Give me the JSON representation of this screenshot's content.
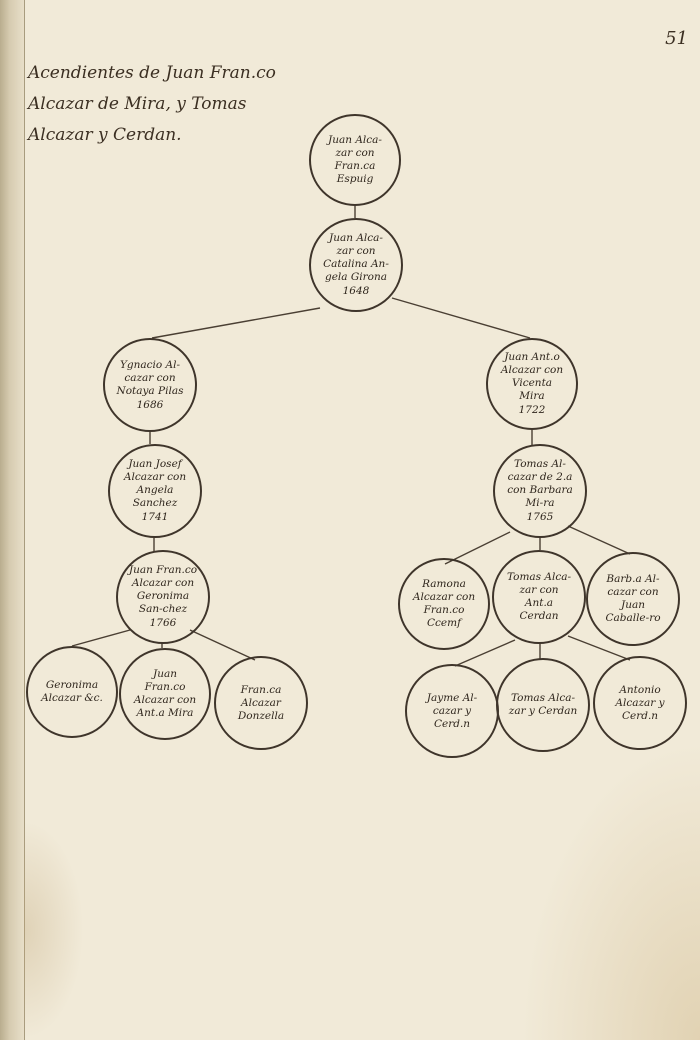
{
  "page_number": "51",
  "heading": {
    "line1": "Acendientes de Juan Fran.co",
    "line2": "Alcazar de Mira, y Tomas",
    "line3": "Alcazar y Cerdan."
  },
  "tree": {
    "root": {
      "text": "Juan Alca-zar con Fran.ca Espuig",
      "year": ""
    },
    "gen2": {
      "text": "Juan Alca-zar con Catalina An-gela Girona",
      "year": "1648"
    },
    "left_branch": {
      "g3": {
        "text": "Ygnacio Al-cazar con Notaya Pilas",
        "year": "1686"
      },
      "g4": {
        "text": "Juan Josef Alcazar con Angela Sanchez",
        "year": "1741"
      },
      "g5": {
        "text": "Juan Fran.co Alcazar con Geronima San-chez",
        "year": "1766"
      },
      "children": [
        {
          "text": "Geronima Alcazar &c.",
          "year": ""
        },
        {
          "text": "Juan Fran.co Alcazar con Ant.a Mira",
          "year": ""
        },
        {
          "text": "Fran.ca Alcazar Donzella",
          "year": ""
        }
      ]
    },
    "right_branch": {
      "g3": {
        "text": "Juan Ant.o Alcazar con Vicenta Mira",
        "year": "1722"
      },
      "g4": {
        "text": "Tomas Al-cazar de 2.a con Barbara Mi-ra",
        "year": "1765"
      },
      "siblings": [
        {
          "text": "Ramona Alcazar con Fran.co Ccemf",
          "year": ""
        },
        {
          "text": "Tomas Alca-zar con Ant.a Cerdan",
          "year": ""
        },
        {
          "text": "Barb.a Al-cazar con Juan Caballe-ro",
          "year": ""
        }
      ],
      "children": [
        {
          "text": "Jayme Al-cazar y Cerd.n",
          "year": ""
        },
        {
          "text": "Tomas Alca-zar y Cerdan",
          "year": ""
        },
        {
          "text": "Antonio Alcazar y Cerd.n",
          "year": ""
        }
      ]
    }
  }
}
